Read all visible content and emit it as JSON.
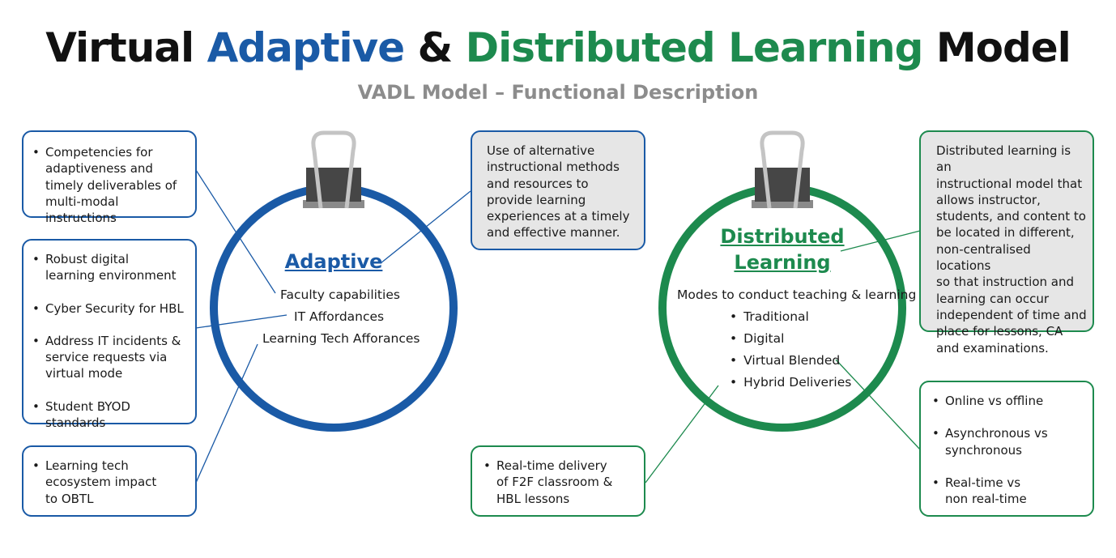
{
  "title": {
    "part1": "Virtual",
    "part2": "Adaptive",
    "part3": "&",
    "part4": "Distributed Learning",
    "part5": "Model"
  },
  "subtitle": "VADL Model – Functional Description",
  "colors": {
    "adaptive_blue": "#1a5aa6",
    "distributed_green": "#1d8a4e",
    "subtitle_grey": "#8c8c8c",
    "box_fill_grey": "#e6e6e6"
  },
  "adaptive": {
    "label": "Adaptive",
    "items": [
      "Faculty capabilities",
      "IT Affordances",
      "Learning Tech Afforances"
    ],
    "definition": [
      "Use of alternative",
      "instructional methods",
      "and resources to",
      "provide learning",
      "experiences at a timely",
      "and effective manner."
    ],
    "box1": [
      [
        "Competencies for",
        "adaptiveness and",
        "timely deliverables of",
        "multi-modal instructions"
      ]
    ],
    "box2": [
      [
        "Robust digital",
        "learning environment"
      ],
      [
        "Cyber Security for HBL"
      ],
      [
        "Address IT incidents &",
        "service requests via",
        "virtual mode"
      ],
      [
        "Student BYOD standards"
      ]
    ],
    "box3": [
      [
        "Learning tech",
        "ecosystem impact",
        "to OBTL"
      ]
    ]
  },
  "distributed": {
    "label_line1": "Distributed",
    "label_line2": "Learning",
    "modes_heading": "Modes to conduct teaching & learning",
    "modes": [
      "Traditional",
      "Digital",
      "Virtual Blended",
      "Hybrid Deliveries"
    ],
    "definition": [
      "Distributed learning is an",
      "instructional model that",
      "allows instructor,",
      "students, and content to",
      "be located in different,",
      "non-centralised locations",
      "so that instruction and",
      "learning can occur",
      "independent of time and",
      "place for lessons, CA",
      "and examinations."
    ],
    "box_realtime": [
      [
        "Real-time delivery",
        "of F2F classroom &",
        "HBL lessons"
      ]
    ],
    "box_modes": [
      [
        "Online vs offline"
      ],
      [
        "Asynchronous vs",
        "synchronous"
      ],
      [
        "Real-time vs",
        "non real-time"
      ]
    ]
  }
}
